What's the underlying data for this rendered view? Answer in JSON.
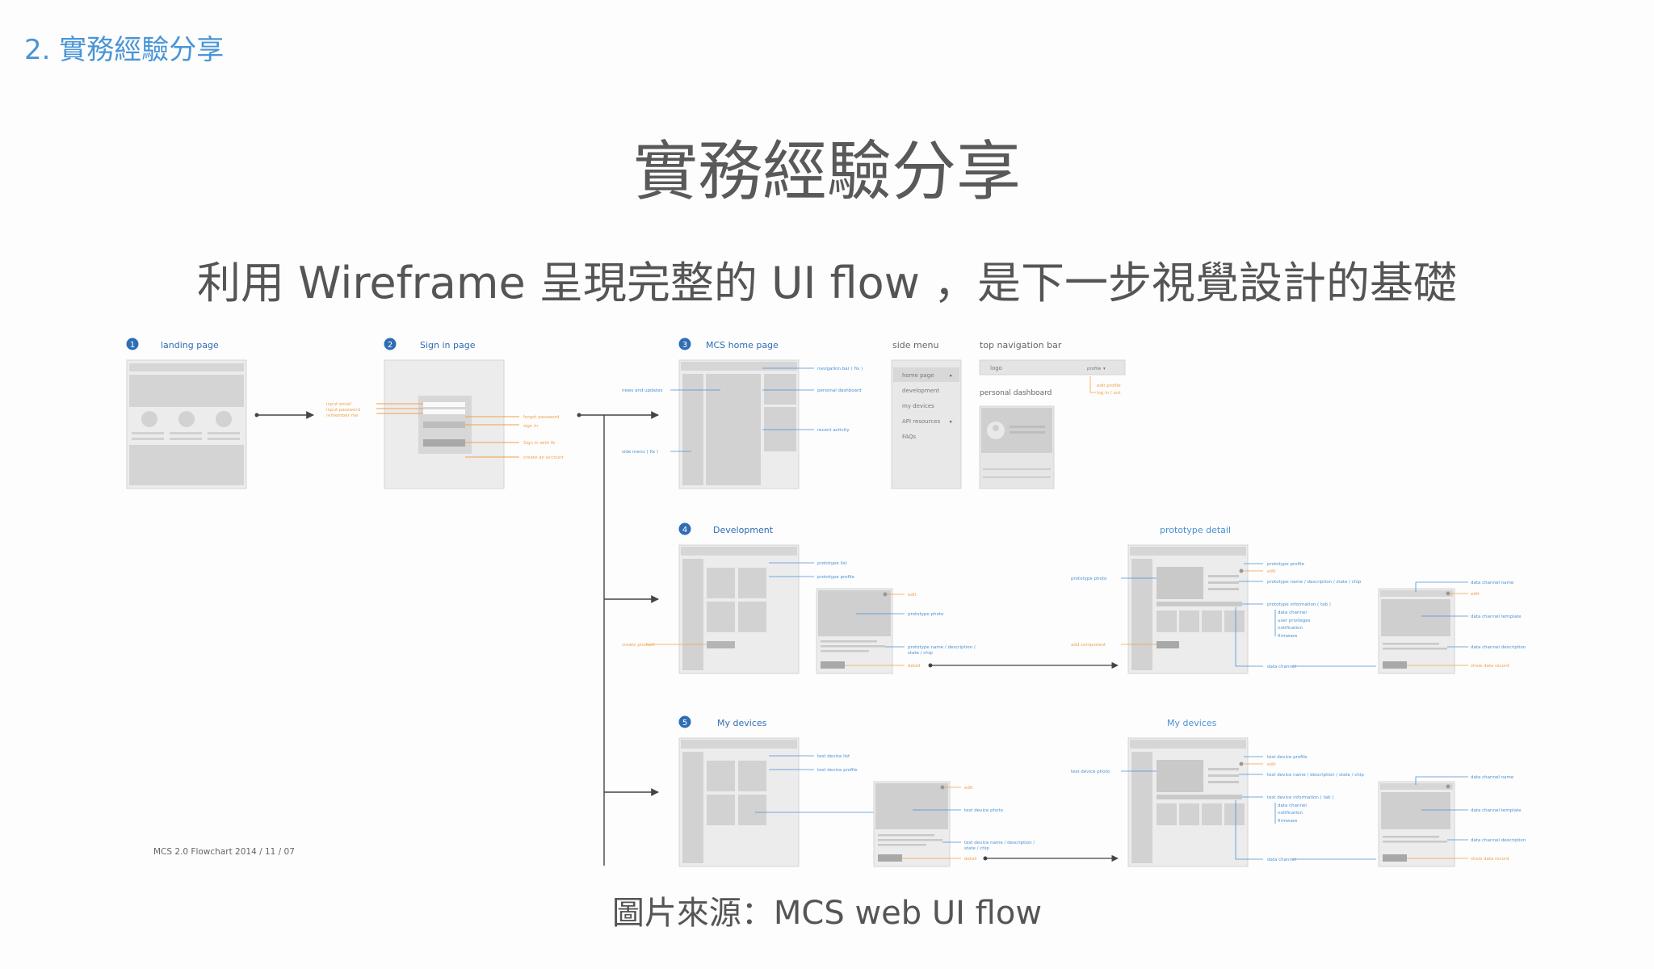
{
  "header": {
    "section_tag": "2. 實務經驗分享",
    "title": "實務經驗分享",
    "subtitle": "利用 Wireframe 呈現完整的 UI flow ，是下一步視覺設計的基礎",
    "source": "圖片來源：MCS web UI flow"
  },
  "flowchart": {
    "footer": "MCS 2.0 Flowchart  2014 / 11 / 07",
    "steps": [
      {
        "num": "1",
        "label": "landing page"
      },
      {
        "num": "2",
        "label": "Sign in page"
      },
      {
        "num": "3",
        "label": "MCS home page"
      },
      {
        "num": "4",
        "label": "Development"
      },
      {
        "num": "5",
        "label": "My devices"
      }
    ],
    "side_menu": {
      "title": "side menu",
      "items": [
        "home page",
        "development",
        "my devices",
        "API resources",
        "FAQs"
      ]
    },
    "top_nav": {
      "title": "top navigation bar",
      "logo": "logo",
      "profile": "profile",
      "menu": [
        "edit profile",
        "log in / out"
      ],
      "dashboard": "personal dashboard"
    },
    "sections": {
      "prototype_detail": "prototype detail",
      "devices_detail": "My devices"
    },
    "annotations": {
      "signin_left": [
        "input email",
        "input password",
        "remember me"
      ],
      "signin_right": [
        "forgot password",
        "sign in",
        "Sign in with fb",
        "create an account"
      ],
      "home_left": [
        "news and updates",
        "side menu ( fix )"
      ],
      "home_right": [
        "navigation bar ( fix )",
        "personal dashboard",
        "recent activity"
      ],
      "dev_list": [
        "prototype list",
        "prototype profile"
      ],
      "dev_left": "create product",
      "dev_card": [
        "edit",
        "prototype photo",
        "prototype name / description /",
        "state / chip",
        "detail"
      ],
      "proto_left": [
        "prototype photo",
        "add component"
      ],
      "proto_right": [
        "prototype profile",
        "edit",
        "prototype name / description / state / chip",
        "prototype information ( tab )",
        "data channel",
        "user privileges",
        "notification",
        "firmware",
        "data channel"
      ],
      "proto_far": [
        "data channel name",
        "edit",
        "data channel  template",
        "data channel  description",
        "show data record"
      ],
      "mydev_list": [
        "test device list",
        "test device profile"
      ],
      "mydev_card": [
        "edit",
        "test device photo",
        "test device name / description /",
        "state / chip",
        "detail"
      ],
      "devd_left": "test device photo",
      "devd_right": [
        "test device profile",
        "edit",
        "test device name / description / state / chip",
        "test device information ( tab )",
        "data channel",
        "notification",
        "firmware",
        "data channel"
      ],
      "devd_far": [
        "data channel name",
        "data channel template",
        "data channel description",
        "show data record"
      ]
    }
  },
  "colors": {
    "accent_blue": "#4a95d8",
    "step_badge": "#2f6db5",
    "annotation_orange": "#f0a04b",
    "wire_gray": "#dcdcdc"
  }
}
